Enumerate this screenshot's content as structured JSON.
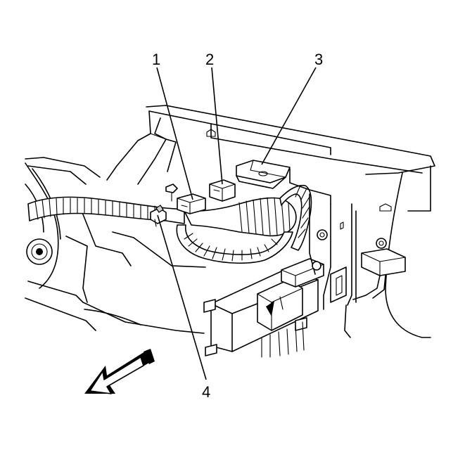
{
  "callouts": [
    {
      "id": "callout-1",
      "label": "1"
    },
    {
      "id": "callout-2",
      "label": "2"
    },
    {
      "id": "callout-3",
      "label": "3"
    },
    {
      "id": "callout-4",
      "label": "4"
    }
  ],
  "icons": {
    "direction_arrow": "front-direction-arrow-icon"
  },
  "colors": {
    "line": "#000000",
    "background": "#ffffff",
    "shade": "#cfcfcf"
  }
}
